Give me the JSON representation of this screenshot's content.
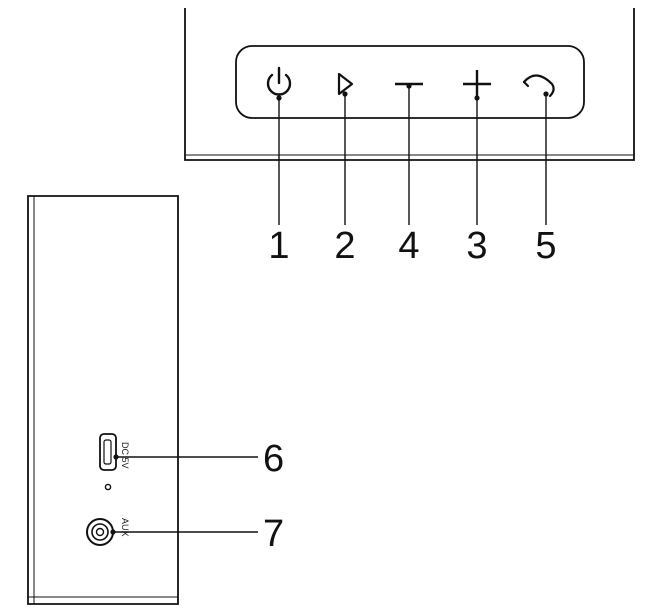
{
  "top_view": {
    "buttons": [
      {
        "icon": "power-icon",
        "callout": "1"
      },
      {
        "icon": "play-icon",
        "callout": "2"
      },
      {
        "icon": "minus-icon",
        "callout": "4"
      },
      {
        "icon": "plus-icon",
        "callout": "3"
      },
      {
        "icon": "phone-icon",
        "callout": "5"
      }
    ]
  },
  "side_view": {
    "ports": [
      {
        "icon": "micro-usb-port-icon",
        "label": "DC 5V",
        "callout": "6"
      },
      {
        "icon": "aux-jack-icon",
        "label": "AUX",
        "callout": "7"
      }
    ]
  },
  "colors": {
    "line": "#111111",
    "background": "#ffffff"
  }
}
